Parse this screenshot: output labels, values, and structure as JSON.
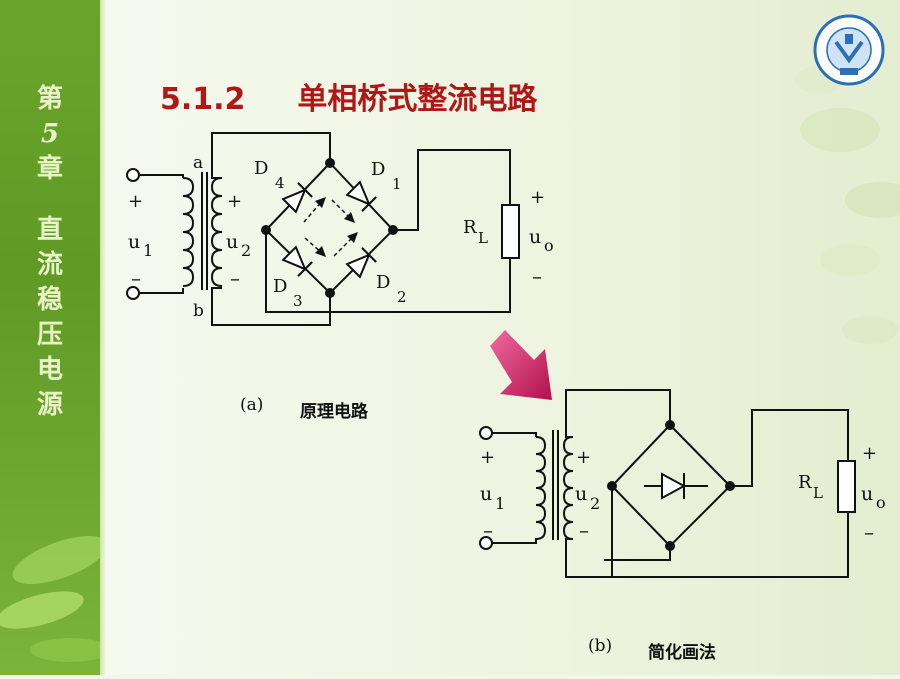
{
  "sidebar": {
    "chapter_chars": [
      "第",
      "5",
      "章"
    ],
    "topic_chars": [
      "直",
      "流",
      "稳",
      "压",
      "电",
      "源"
    ]
  },
  "title": {
    "section_number": "5.1.2",
    "text": "单相桥式整流电路"
  },
  "figure_a": {
    "caption_tag": "(a)",
    "caption": "原理电路",
    "labels": {
      "node_a": "a",
      "node_b": "b",
      "plus_1": "+",
      "minus_1": "–",
      "u1_main": "u",
      "u1_sub": "1",
      "plus_2": "+",
      "minus_2": "–",
      "u2_main": "u",
      "u2_sub": "2",
      "d1_main": "D",
      "d1_sub": "1",
      "d2_main": "D",
      "d2_sub": "2",
      "d3_main": "D",
      "d3_sub": "3",
      "d4_main": "D",
      "d4_sub": "4",
      "rl_main": "R",
      "rl_sub": "L",
      "uo_main": "u",
      "uo_sub": "o",
      "plus_o": "+",
      "minus_o": "–"
    }
  },
  "figure_b": {
    "caption_tag": "(b)",
    "caption": "简化画法",
    "labels": {
      "plus_1": "+",
      "minus_1": "–",
      "u1_main": "u",
      "u1_sub": "1",
      "plus_2": "+",
      "minus_2": "–",
      "u2_main": "u",
      "u2_sub": "2",
      "rl_main": "R",
      "rl_sub": "L",
      "uo_main": "u",
      "uo_sub": "o",
      "plus_o": "+",
      "minus_o": "–"
    }
  },
  "colors": {
    "sidebar": "#6aa52b",
    "title": "#b01818",
    "arrow": "#c0145a"
  }
}
